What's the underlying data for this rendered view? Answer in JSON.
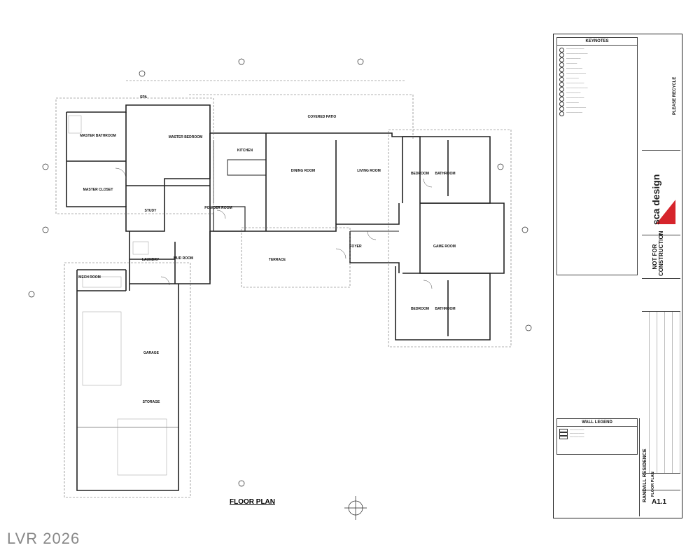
{
  "rooms": {
    "spa": "SPA",
    "master_bathroom": "MASTER BATHROOM",
    "master_bedroom": "MASTER BEDROOM",
    "master_closet": "MASTER CLOSET",
    "study": "STUDY",
    "laundry": "LAUNDRY",
    "mud_room": "MUD ROOM",
    "mech_room": "MECH ROOM",
    "powder_room": "POWDER ROOM",
    "kitchen": "KITCHEN",
    "covered_patio": "COVERED PATIO",
    "dining_room": "DINING ROOM",
    "living_room": "LIVING ROOM",
    "bedroom_1": "BEDROOM",
    "bathroom_1": "BATHROOM",
    "terrace": "TERRACE",
    "foyer": "FOYER",
    "game_room": "GAME ROOM",
    "bedroom_2": "BEDROOM",
    "bathroom_2": "BATHROOM",
    "garage": "GARAGE",
    "storage": "STORAGE"
  },
  "drawing_title": "FLOOR PLAN",
  "keynotes_title": "KEYNOTES",
  "wall_legend_title": "WALL LEGEND",
  "firm": {
    "name": "sca design"
  },
  "stamp": "NOT FOR CONSTRUCTION",
  "recycle": "PLEASE RECYCLE",
  "project": {
    "name": "RANDALL RESIDENCE",
    "sheet_title": "FLOOR PLAN"
  },
  "sheet_number": "A1.1",
  "watermark": "LVR 2026"
}
